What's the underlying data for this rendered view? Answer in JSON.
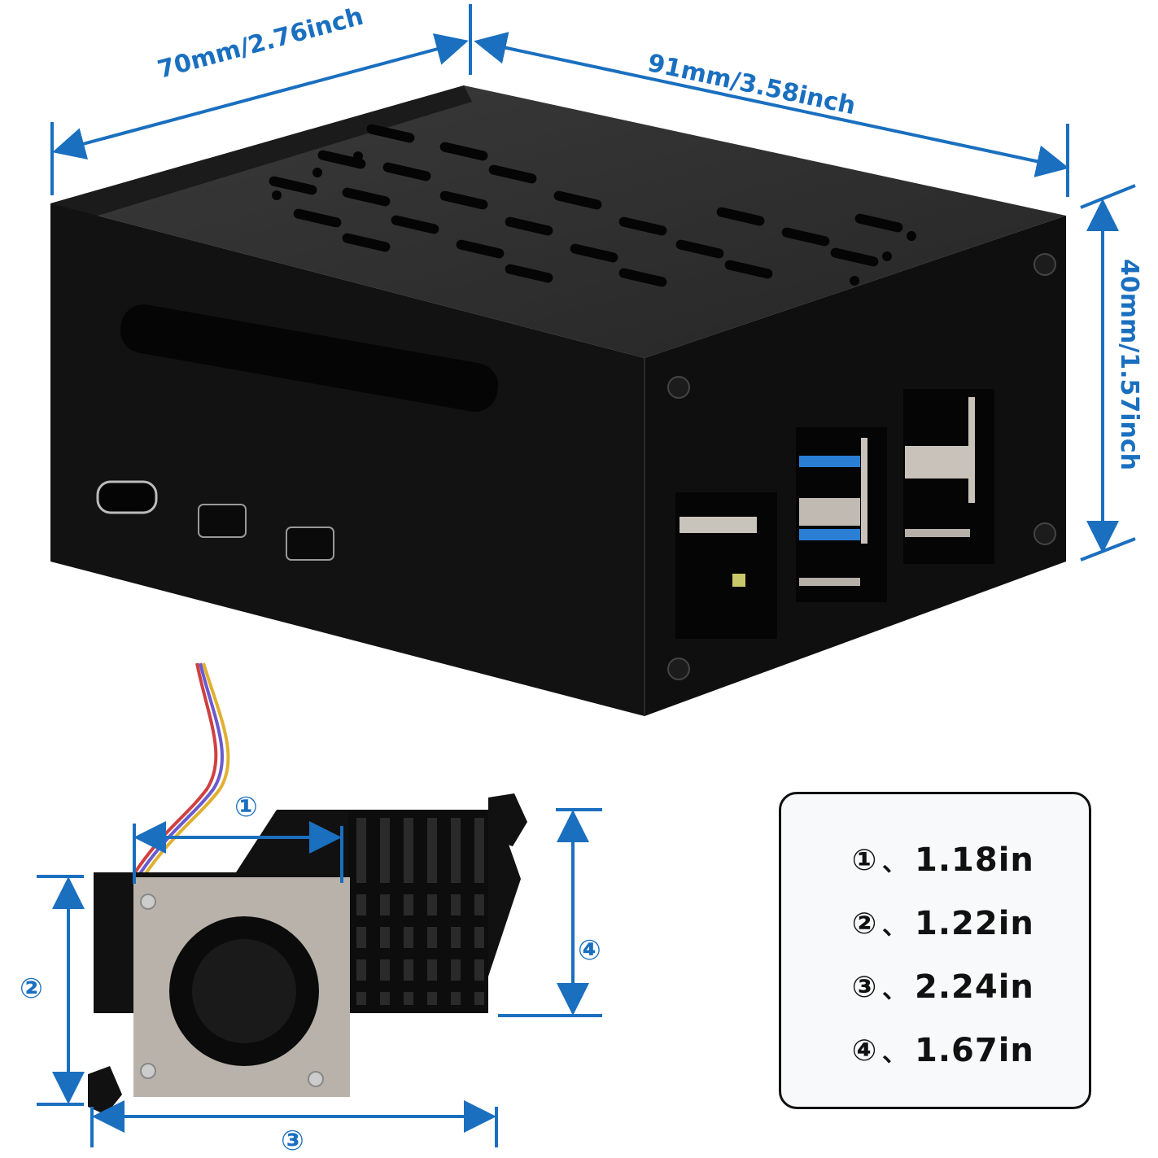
{
  "product": {
    "case": {
      "description": "Black aluminum enclosure with perforated top vent, side slot window, USB-C, two micro-HDMI ports, Ethernet port, four USB ports",
      "ports_left": [
        "usb-c-port",
        "micro-hdmi-port",
        "micro-hdmi-port"
      ],
      "ports_right": [
        "ethernet-port",
        "usb3-ports",
        "usb2-ports"
      ]
    },
    "cooler": {
      "description": "Active cooler with blower fan and black finned heatsink, 4-wire cable"
    }
  },
  "dimensions": {
    "depth": "70mm/2.76inch",
    "width": "91mm/3.58inch",
    "height": "40mm/1.57inch"
  },
  "cooler_markers": {
    "m1": "①",
    "m2": "②",
    "m3": "③",
    "m4": "④"
  },
  "legend": {
    "rows": [
      {
        "marker": "①",
        "sep": "、",
        "value": "1.18in"
      },
      {
        "marker": "②",
        "sep": "、",
        "value": "1.22in"
      },
      {
        "marker": "③",
        "sep": "、",
        "value": "2.24in"
      },
      {
        "marker": "④",
        "sep": "、",
        "value": "1.67in"
      }
    ]
  },
  "colors": {
    "dimension_blue": "#1a6fbf",
    "case_black": "#111111",
    "case_top": "#2b2b2b",
    "fan_plate": "#b8b2aa",
    "usb3_blue": "#2a7fd4"
  }
}
